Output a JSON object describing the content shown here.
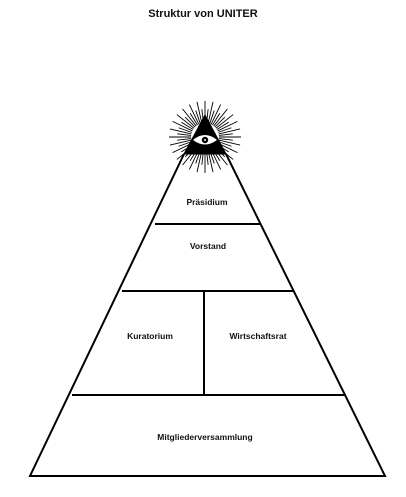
{
  "title": "Struktur von UNITER",
  "apex_icon": "eye-of-providence-icon",
  "levels": {
    "praesidium": "Präsidium",
    "vorstand": "Vorstand",
    "kuratorium": "Kuratorium",
    "wirtschaftsrat": "Wirtschaftsrat",
    "mitgliederversammlung": "Mitgliederversammlung"
  }
}
